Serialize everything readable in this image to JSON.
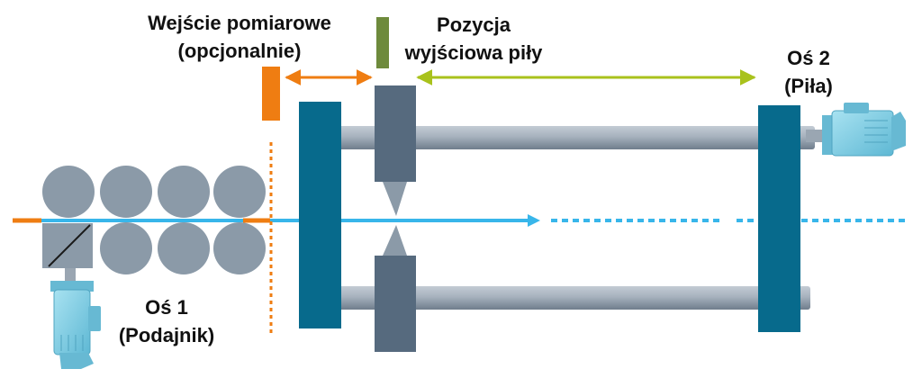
{
  "labels": {
    "measurement_input": {
      "line1": "Wejście pomiarowe",
      "line2": "(opcjonalnie)"
    },
    "saw_start_position": {
      "line1": "Pozycja",
      "line2": "wyjściowa piły"
    },
    "axis2": {
      "line1": "Oś 2",
      "line2": "(Piła)"
    },
    "axis1": {
      "line1": "Oś 1",
      "line2": "(Podajnik)"
    }
  },
  "colors": {
    "measurement": "#ef7d12",
    "saw_position": "#94ae1c",
    "saw_marker": "#6e8a3c",
    "material": "#38b6ea",
    "frame": "#076a8c",
    "saw_block": "#566a7e",
    "roller": "#8b9aa8",
    "rod": "#8c98a6",
    "motor": "#7fcde4"
  },
  "icons": [
    "feed-roller-icon",
    "encoder-icon",
    "servo-motor-icon",
    "saw-blade-icon"
  ]
}
